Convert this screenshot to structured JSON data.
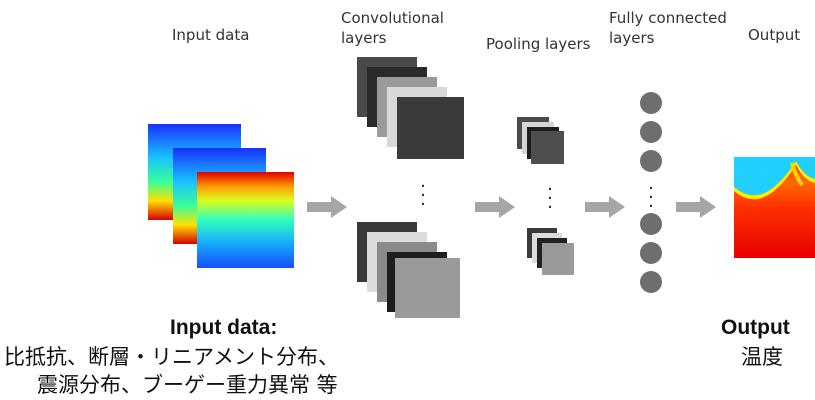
{
  "headers": {
    "input": "Input data",
    "conv_line1": "Convolutional",
    "conv_line2": "layers",
    "pool": "Pooling layers",
    "fc_line1": "Fully connected",
    "fc_line2": "layers",
    "output": "Output"
  },
  "caption_input": {
    "title": "Input data:",
    "line1": "比抵抗、断層・リニアメント分布、",
    "line2": "震源分布、ブーゲー重力異常 等"
  },
  "caption_output": {
    "title": "Output",
    "line1": "温度"
  },
  "colors": {
    "arrow": "#a6a6a6",
    "node": "#6e6e6e"
  }
}
